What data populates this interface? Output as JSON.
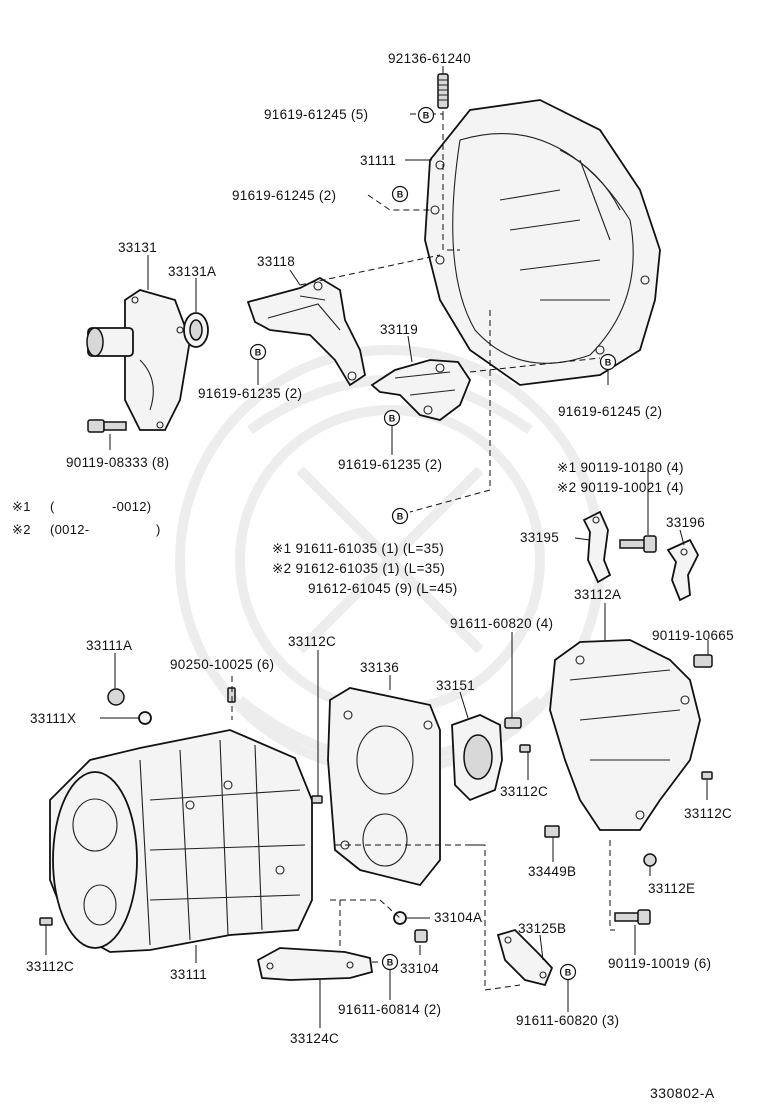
{
  "diagram_code": "330802-A",
  "notes": {
    "n1_mark": "※1",
    "n1_open": "(",
    "n1_close": "-0012)",
    "n2_mark": "※2",
    "n2_open": "(0012-",
    "n2_close": ")"
  },
  "bolt_marker": "B",
  "labels": {
    "p92136_61240": "92136-61240",
    "p91619_61245_5": "91619-61245 (5)",
    "p31111_top": "31111",
    "p91619_61245_2a": "91619-61245 (2)",
    "p33131": "33131",
    "p33131A": "33131A",
    "p33118": "33118",
    "p33119": "33119",
    "p91619_61235_2a": "91619-61235 (2)",
    "p91619_61235_2b": "91619-61235 (2)",
    "p91619_61245_2b": "91619-61245 (2)",
    "p90119_08333": "90119-08333 (8)",
    "p90119_10180": "※1 90119-10180 (4)",
    "p90119_10021": "※2 90119-10021 (4)",
    "p33195": "33195",
    "p33196": "33196",
    "p91611_61035": "※1  91611-61035 (1)     (L=35)",
    "p91612_61035": "※2  91612-61035 (1)     (L=35)",
    "p91612_61045": "91612-61045 (9)     (L=45)",
    "p33112A": "33112A",
    "p90119_10665": "90119-10665",
    "p91611_60820_4": "91611-60820 (4)",
    "p33111A": "33111A",
    "p33111X": "33111X",
    "p90250_10025": "90250-10025 (6)",
    "p33112C_top": "33112C",
    "p33136": "33136",
    "p33151": "33151",
    "p33112C_mid": "33112C",
    "p33112C_right": "33112C",
    "p33449B": "33449B",
    "p33112E": "33112E",
    "p33104A": "33104A",
    "p33125B": "33125B",
    "p33104": "33104",
    "p90119_10019": "90119-10019 (6)",
    "p33112C_left": "33112C",
    "p33111_bottom": "33111",
    "p91611_60814": "91611-60814 (2)",
    "p91611_60820_3": "91611-60820 (3)",
    "p33124C": "33124C"
  }
}
